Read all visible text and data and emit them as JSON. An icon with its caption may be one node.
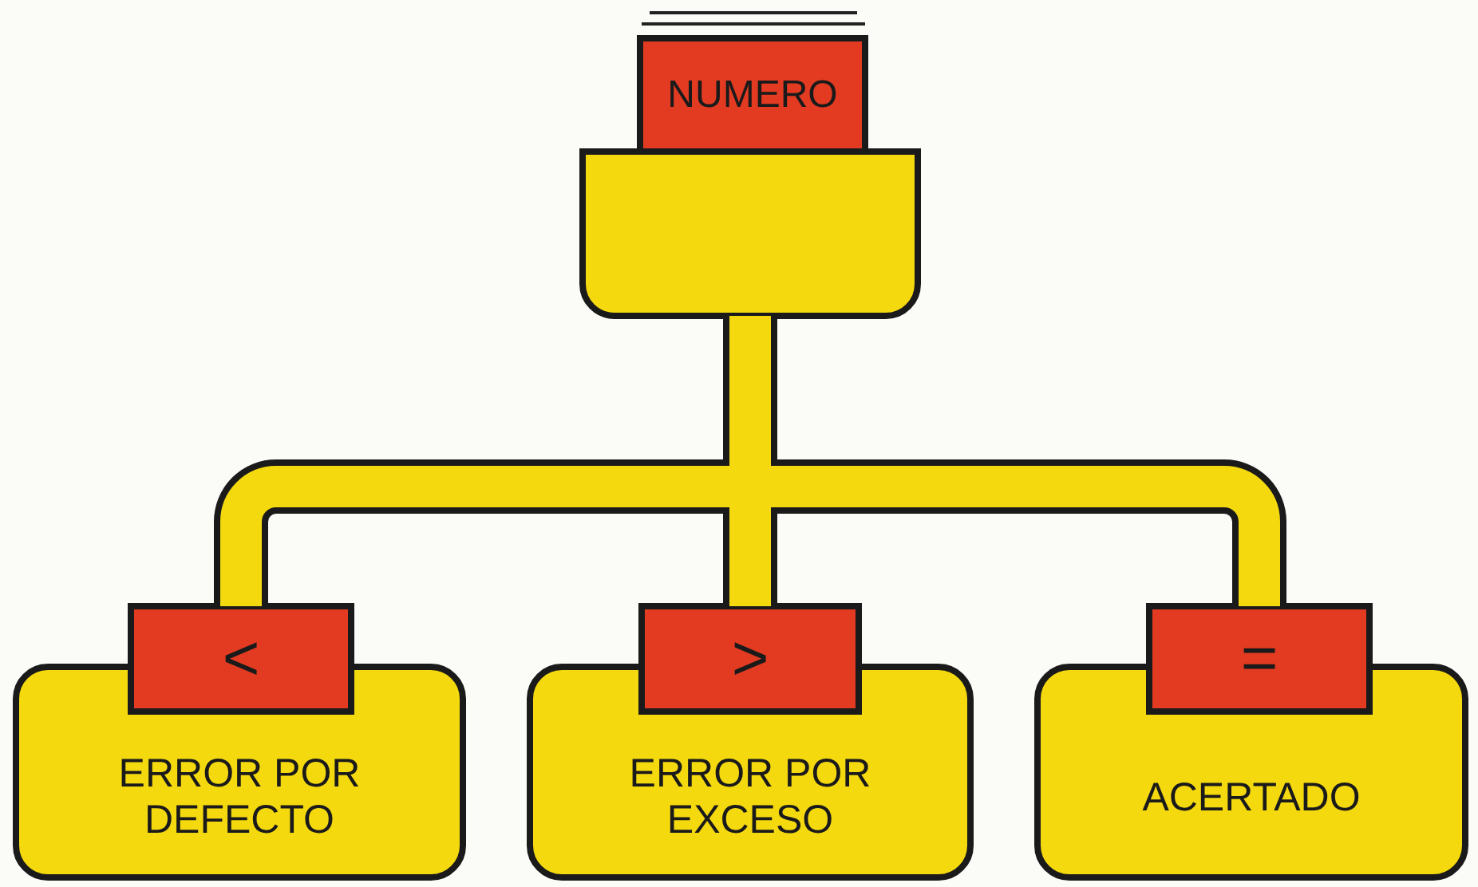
{
  "diagram": {
    "nodes": [
      {
        "text": [
          "NUMERO"
        ]
      },
      {
        "text": [
          "<",
          "ERROR POR DEFECTO"
        ]
      },
      {
        "text": [
          ">",
          "ERROR POR EXCESO"
        ]
      },
      {
        "text": [
          "=",
          "ACERTADO"
        ]
      }
    ],
    "edges": [
      {
        "from": 0,
        "to": 1,
        "arrow": "none"
      },
      {
        "from": 0,
        "to": 2,
        "arrow": "none"
      },
      {
        "from": 0,
        "to": 3,
        "arrow": "none"
      }
    ]
  }
}
